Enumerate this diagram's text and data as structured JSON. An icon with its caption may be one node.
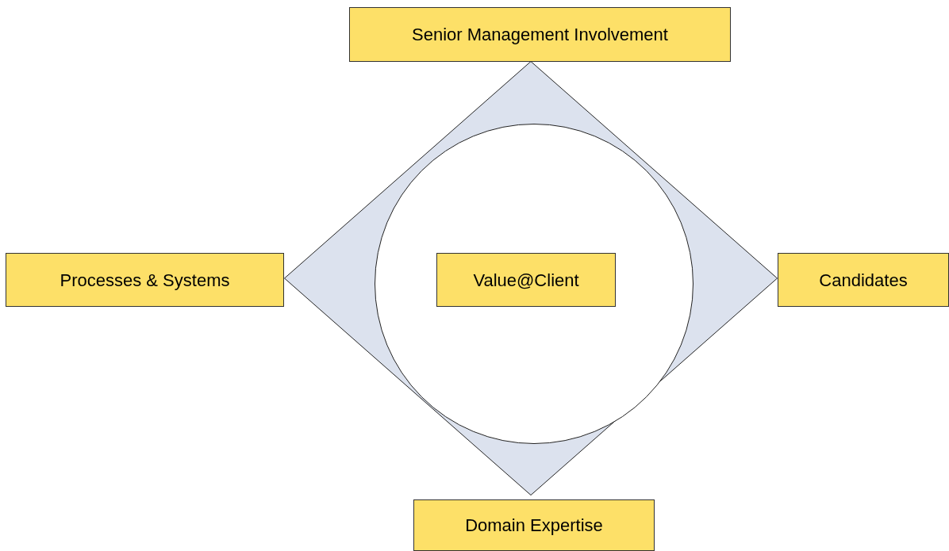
{
  "diagram": {
    "nodes": [
      {
        "text": [
          "Senior Management Involvement"
        ]
      },
      {
        "text": [],
        "shape": "diamond"
      },
      {
        "text": [],
        "shape": "circle",
        "in": 1
      },
      {
        "text": [
          "Processes & Systems"
        ]
      },
      {
        "text": [
          "Value@Client"
        ],
        "in": 2
      },
      {
        "text": [
          "Candidates"
        ]
      },
      {
        "text": [
          "Domain Expertise"
        ]
      }
    ]
  }
}
